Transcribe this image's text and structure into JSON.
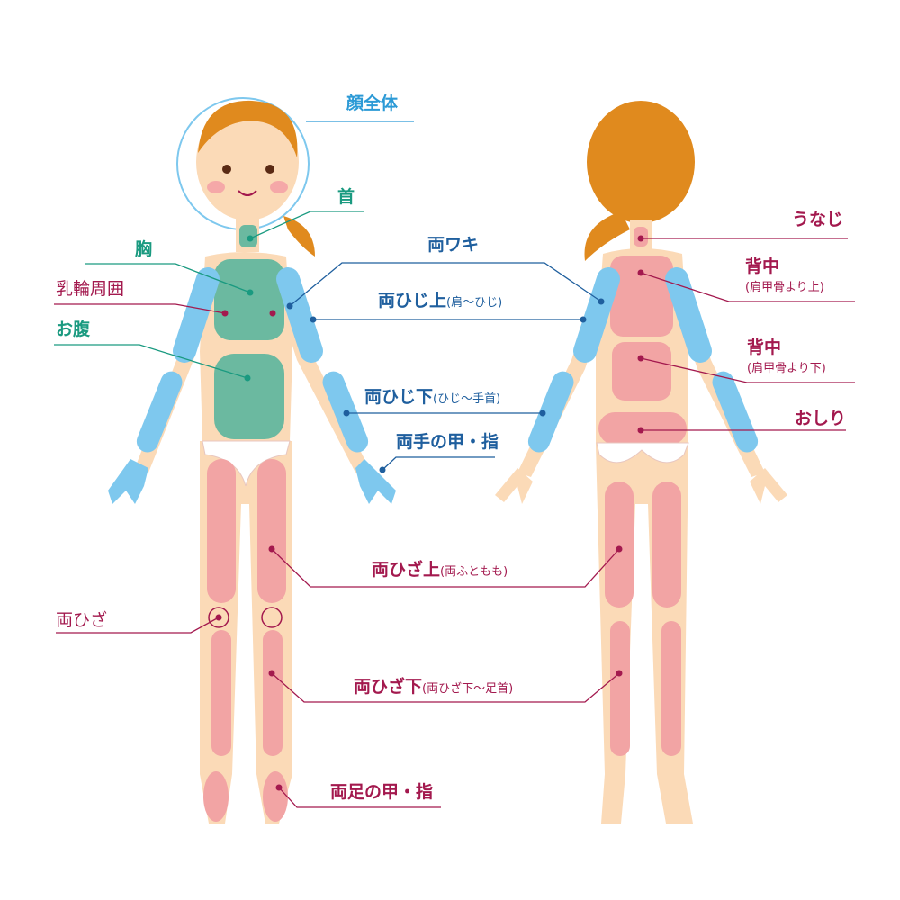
{
  "colors": {
    "skin": "#fbdab7",
    "hair": "#e08a1e",
    "blue_zone": "#7ec8ee",
    "teal_zone": "#6bb9a0",
    "pink_zone": "#f2a4a4",
    "pink_text": "#a3194e",
    "blue_text": "#1f5f9e",
    "teal_text": "#1a9a80",
    "light_blue_text": "#2c9ad6"
  },
  "front_labels": {
    "face": "顔全体",
    "neck": "首",
    "chest": "胸",
    "areola": "乳輪周囲",
    "belly": "お腹",
    "knee": "両ひざ",
    "feet": "両足の甲・指"
  },
  "shared_labels": {
    "armpit": "両ワキ",
    "upper_arm": "両ひじ上",
    "upper_arm_note": "(肩〜ひじ)",
    "lower_arm": "両ひじ下",
    "lower_arm_note": "(ひじ〜手首)",
    "hands": "両手の甲・指",
    "thigh": "両ひざ上",
    "thigh_note": "(両ふともも)",
    "shin": "両ひざ下",
    "shin_note": "(両ひざ下〜足首)"
  },
  "back_labels": {
    "nape": "うなじ",
    "upper_back": "背中",
    "upper_back_note": "(肩甲骨より上)",
    "lower_back": "背中",
    "lower_back_note": "(肩甲骨より下)",
    "buttocks": "おしり"
  }
}
